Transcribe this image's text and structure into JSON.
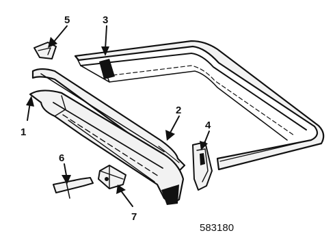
{
  "diagram": {
    "callouts": [
      {
        "number": "1"
      },
      {
        "number": "2"
      },
      {
        "number": "3"
      },
      {
        "number": "4"
      },
      {
        "number": "5"
      },
      {
        "number": "6"
      },
      {
        "number": "7"
      }
    ],
    "part_number": "583180"
  }
}
